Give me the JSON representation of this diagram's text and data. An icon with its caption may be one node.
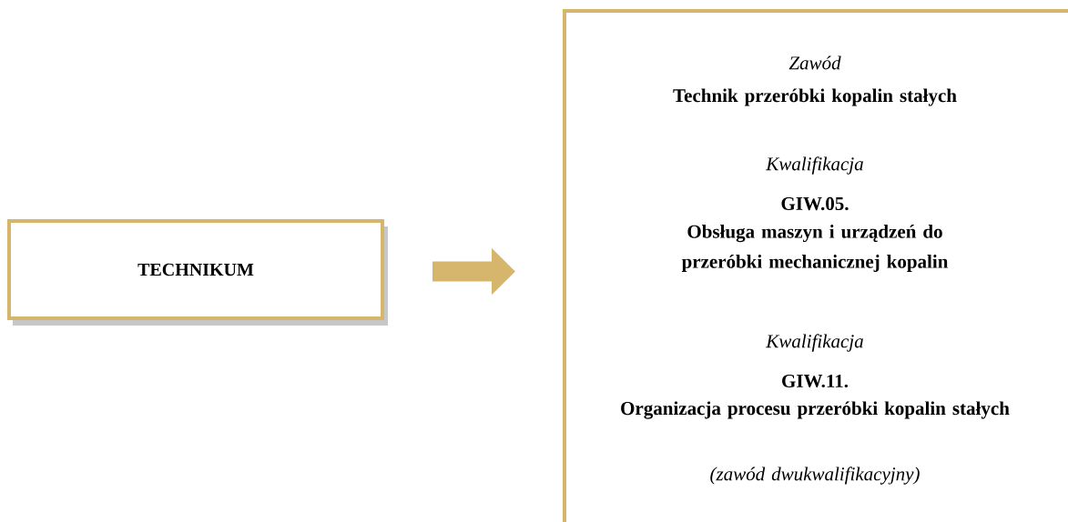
{
  "diagram": {
    "nodes": [
      {
        "text": [
          "TECHNIKUM"
        ]
      },
      {
        "text": [
          "Zawód",
          "Technik przeróbki kopalin stałych",
          "Kwalifikacja",
          "GIW.05.",
          "Obsługa maszyn i urządzeń do przeróbki mechanicznej kopalin",
          "Kwalifikacja",
          "GIW.11.",
          "Organizacja procesu przeróbki kopalin stałych",
          "(zawód dwukwalifikacyjny)"
        ]
      }
    ],
    "edges": [
      {
        "from": 0,
        "to": 1,
        "arrow": "to"
      }
    ]
  }
}
